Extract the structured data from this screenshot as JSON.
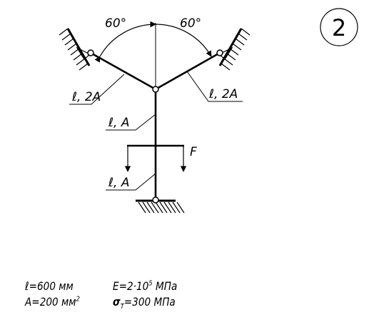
{
  "figure_number": "2",
  "angles": {
    "left": "60°",
    "right": "60°"
  },
  "rods": {
    "upper_left": "ℓ, 2A",
    "upper_right": "ℓ, 2A",
    "middle": "ℓ, A",
    "lower": "ℓ, A"
  },
  "force_label": "F",
  "given": {
    "length_sym": "ℓ",
    "length_val": "=600 мм",
    "area_sym": "A",
    "area_val": "=200 мм",
    "area_exp": "2",
    "modulus_sym": "E",
    "modulus_val": "=2·10",
    "modulus_exp": "5",
    "modulus_unit": " МПа",
    "yield_sym": "σ",
    "yield_sub": "T",
    "yield_val": "=300 МПа"
  }
}
